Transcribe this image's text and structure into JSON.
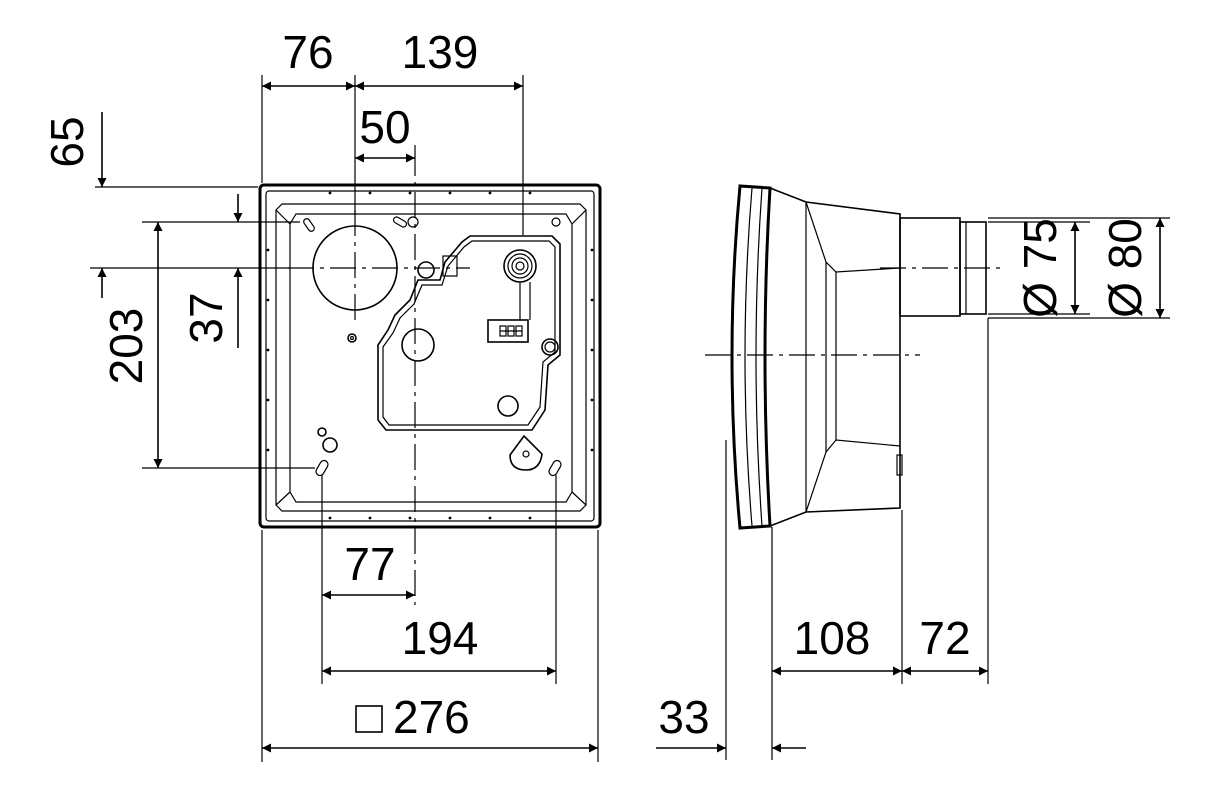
{
  "dimensions": {
    "d76": "76",
    "d139": "139",
    "d50": "50",
    "d65": "65",
    "d37": "37",
    "d203": "203",
    "d77": "77",
    "d194": "194",
    "d276": "276",
    "d33": "33",
    "d108": "108",
    "d72": "72",
    "dia75": "Ø 75",
    "dia80": "Ø 80"
  }
}
